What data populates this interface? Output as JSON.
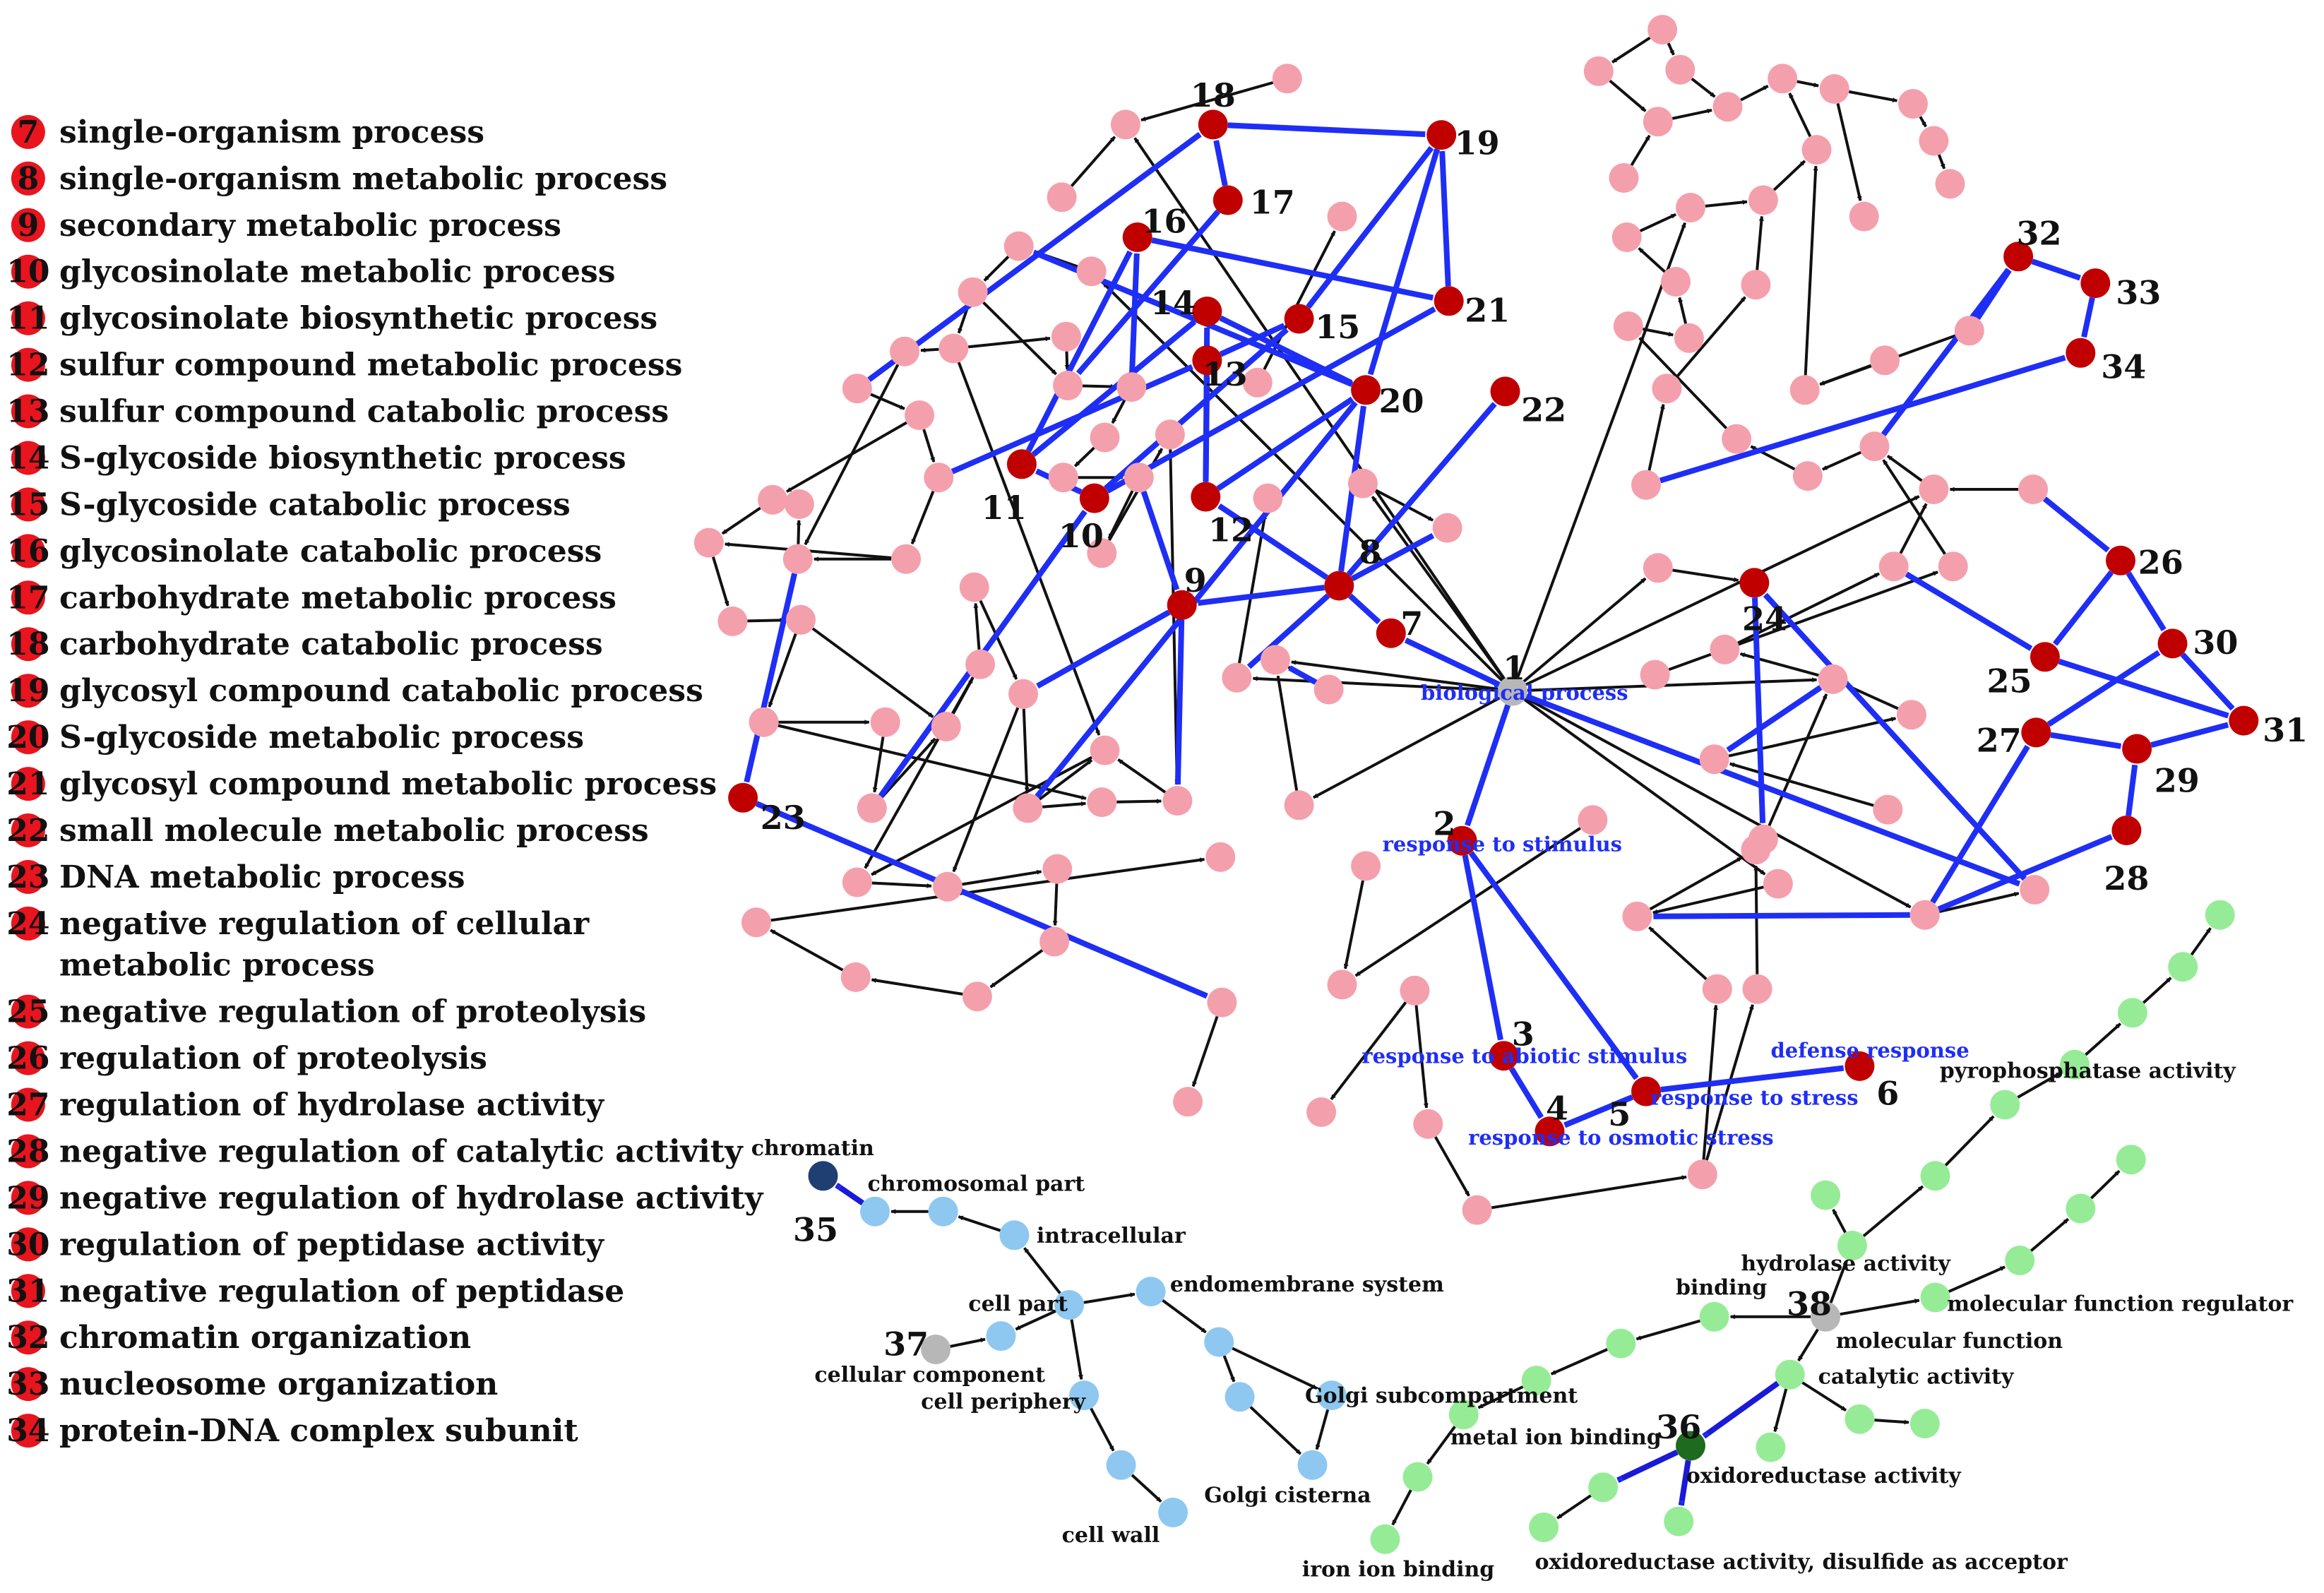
{
  "colors": {
    "go_term": "#c00000",
    "other_term": "#f4a0ac",
    "root": "#b7b7b7",
    "component": "#8ec8f0",
    "component_dark": "#1f3f73",
    "function": "#96ec96",
    "function_dark": "#1e6a1e",
    "edge_black": "#111111",
    "edge_blue": "#1f2ef5",
    "legend_dot": "#e8141e"
  },
  "legend": [
    {
      "n": "7",
      "text": "single-organism process"
    },
    {
      "n": "8",
      "text": "single-organism metabolic process"
    },
    {
      "n": "9",
      "text": "secondary metabolic process"
    },
    {
      "n": "10",
      "text": "glycosinolate metabolic process"
    },
    {
      "n": "11",
      "text": "glycosinolate biosynthetic process"
    },
    {
      "n": "12",
      "text": "sulfur compound metabolic process"
    },
    {
      "n": "13",
      "text": "sulfur compound catabolic process"
    },
    {
      "n": "14",
      "text": "S-glycoside biosynthetic process"
    },
    {
      "n": "15",
      "text": "S-glycoside catabolic process"
    },
    {
      "n": "16",
      "text": "glycosinolate catabolic process"
    },
    {
      "n": "17",
      "text": "carbohydrate metabolic process"
    },
    {
      "n": "18",
      "text": "carbohydrate  catabolic process"
    },
    {
      "n": "19",
      "text": "glycosyl compound catabolic process"
    },
    {
      "n": "20",
      "text": "S-glycoside metabolic process"
    },
    {
      "n": "21",
      "text": "glycosyl compound metabolic process"
    },
    {
      "n": "22",
      "text": "small molecule metabolic process"
    },
    {
      "n": "23",
      "text": "DNA metabolic process"
    },
    {
      "n": "24",
      "text": "negative regulation of cellular",
      "text2": "metabolic process"
    },
    {
      "n": "25",
      "text": "negative regulation of proteolysis"
    },
    {
      "n": "26",
      "text": "regulation of proteolysis"
    },
    {
      "n": "27",
      "text": "regulation of hydrolase activity"
    },
    {
      "n": "28",
      "text": "negative regulation of catalytic activity"
    },
    {
      "n": "29",
      "text": "negative regulation of hydrolase activity"
    },
    {
      "n": "30",
      "text": "regulation of peptidase activity"
    },
    {
      "n": "31",
      "text": "negative regulation of peptidase"
    },
    {
      "n": "32",
      "text": "chromatin organization"
    },
    {
      "n": "33",
      "text": "nucleosome organization"
    },
    {
      "n": "34",
      "text": "protein-DNA complex subunit"
    }
  ],
  "numbered_nodes": [
    "1",
    "2",
    "3",
    "4",
    "5",
    "6",
    "7",
    "8",
    "9",
    "10",
    "11",
    "12",
    "13",
    "14",
    "15",
    "16",
    "17",
    "18",
    "19",
    "20",
    "21",
    "22",
    "23",
    "24",
    "25",
    "26",
    "27",
    "28",
    "29",
    "30",
    "31",
    "32",
    "33",
    "34",
    "35",
    "36",
    "37",
    "38"
  ],
  "process_labels": {
    "biological_process": "biological process",
    "response_to_stimulus": "response to stimulus",
    "response_to_abiotic_stimulus": "response to abiotic stimulus",
    "response_to_stress": "response to stress",
    "defense_response": "defense response",
    "response_to_osmotic_stress": "response to osmotic stress"
  },
  "component_labels": {
    "chromatin": "chromatin",
    "chromosomal_part": "chromosomal part",
    "intracellular": "intracellular",
    "cell_part": "cell part",
    "endomembrane_system": "endomembrane system",
    "cellular_component": "cellular component",
    "cell_periphery": "cell periphery",
    "golgi_subcompartment": "Golgi subcompartment",
    "golgi_cisterna": "Golgi cisterna",
    "cell_wall": "cell wall"
  },
  "function_labels": {
    "pyrophosphatase_activity": "pyrophosphatase activity",
    "hydrolase_activity": "hydrolase activity",
    "binding": "binding",
    "molecular_function_regulator": "molecular function regulator",
    "molecular_function": "molecular function",
    "catalytic_activity": "catalytic activity",
    "metal_ion_binding": "metal ion binding",
    "oxidoreductase_activity": "oxidoreductase activity",
    "iron_ion_binding": "iron ion binding",
    "oxidoreductase_disulfide": "oxidoreductase activity,  disulfide as acceptor"
  }
}
